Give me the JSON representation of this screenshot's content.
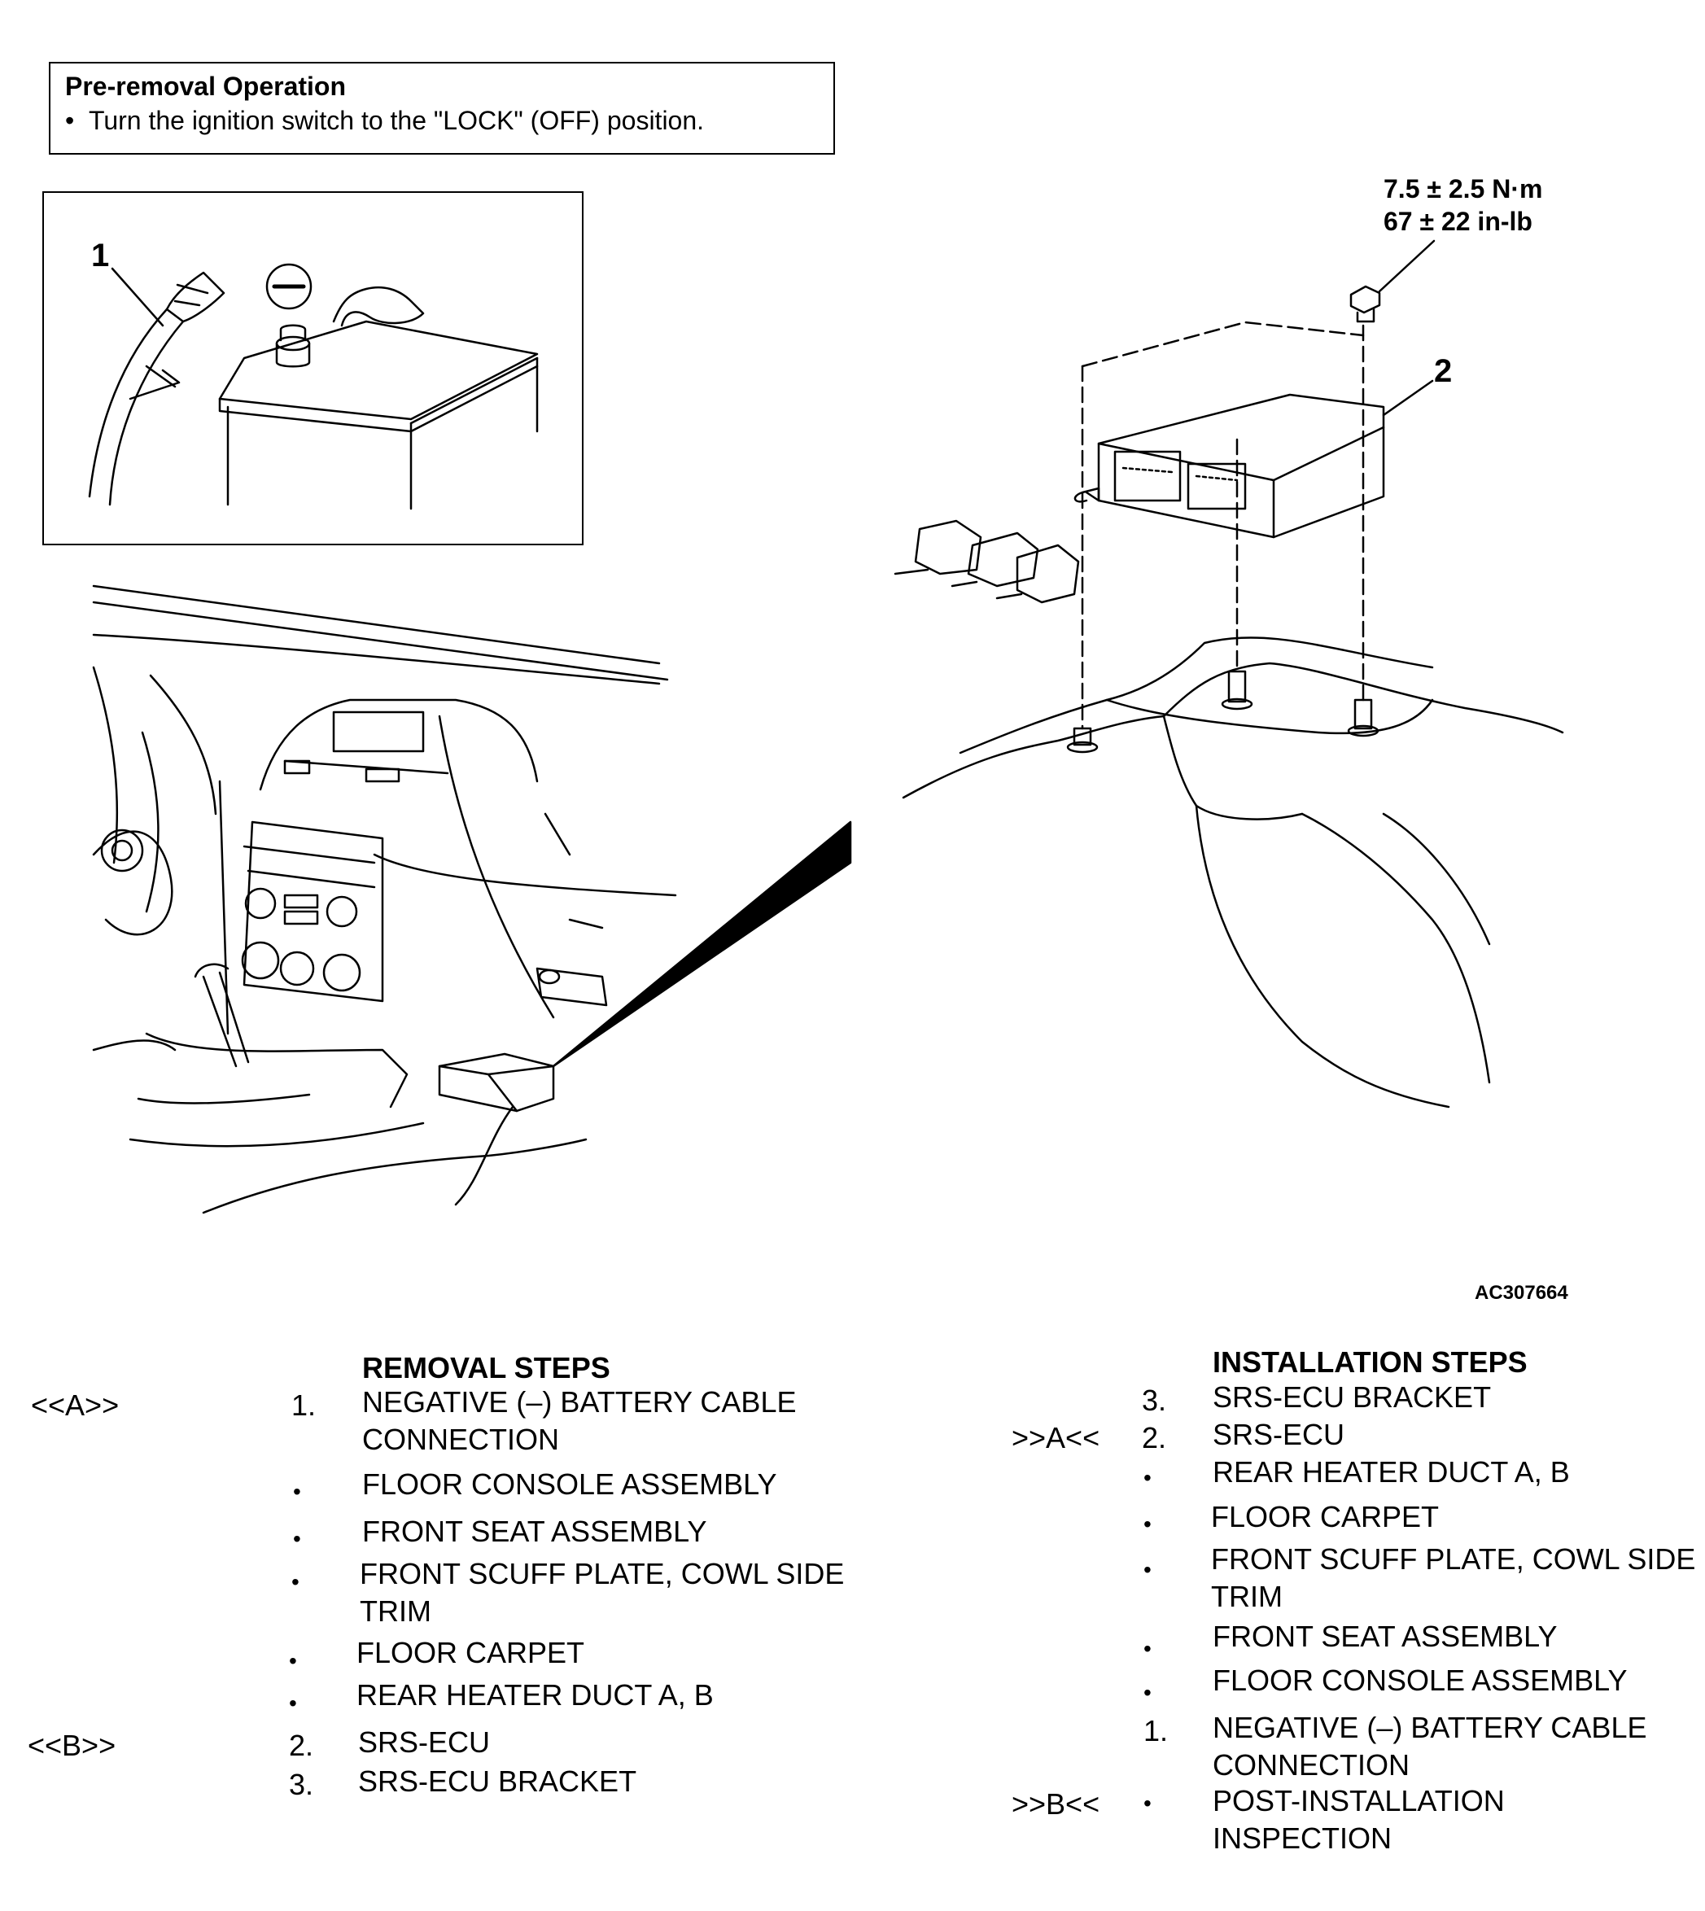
{
  "pre_removal": {
    "title": "Pre-removal Operation",
    "item": "Turn the ignition switch to the \"LOCK\" (OFF) position."
  },
  "diagram": {
    "callout_1": "1",
    "callout_2": "2",
    "minus_symbol": "–",
    "torque_nm": "7.5 ± 2.5 N·m",
    "torque_inlb": "67 ± 22 in-lb",
    "figure_id": "AC307664"
  },
  "removal": {
    "title": "REMOVAL STEPS",
    "steps": [
      {
        "mark": "<<A>>",
        "num": "1.",
        "text": "NEGATIVE (–) BATTERY CABLE CONNECTION"
      },
      {
        "mark": "",
        "num": "•",
        "text": "FLOOR CONSOLE ASSEMBLY"
      },
      {
        "mark": "",
        "num": "•",
        "text": "FRONT SEAT ASSEMBLY"
      },
      {
        "mark": "",
        "num": "•",
        "text": "FRONT SCUFF PLATE, COWL SIDE TRIM"
      },
      {
        "mark": "",
        "num": "•",
        "text": "FLOOR CARPET"
      },
      {
        "mark": "",
        "num": "•",
        "text": "REAR HEATER DUCT A, B"
      },
      {
        "mark": "<<B>>",
        "num": "2.",
        "text": "SRS-ECU"
      },
      {
        "mark": "",
        "num": "3.",
        "text": "SRS-ECU BRACKET"
      }
    ]
  },
  "installation": {
    "title": "INSTALLATION STEPS",
    "steps": [
      {
        "mark": "",
        "num": "3.",
        "text": "SRS-ECU BRACKET"
      },
      {
        "mark": ">>A<<",
        "num": "2.",
        "text": "SRS-ECU"
      },
      {
        "mark": "",
        "num": "•",
        "text": "REAR HEATER DUCT A, B"
      },
      {
        "mark": "",
        "num": "•",
        "text": "FLOOR CARPET"
      },
      {
        "mark": "",
        "num": "•",
        "text": "FRONT SCUFF PLATE, COWL SIDE TRIM"
      },
      {
        "mark": "",
        "num": "•",
        "text": "FRONT SEAT ASSEMBLY"
      },
      {
        "mark": "",
        "num": "•",
        "text": "FLOOR CONSOLE ASSEMBLY"
      },
      {
        "mark": "",
        "num": "1.",
        "text": "NEGATIVE (–) BATTERY CABLE CONNECTION"
      },
      {
        "mark": ">>B<<",
        "num": "•",
        "text": "POST-INSTALLATION INSPECTION"
      }
    ]
  }
}
